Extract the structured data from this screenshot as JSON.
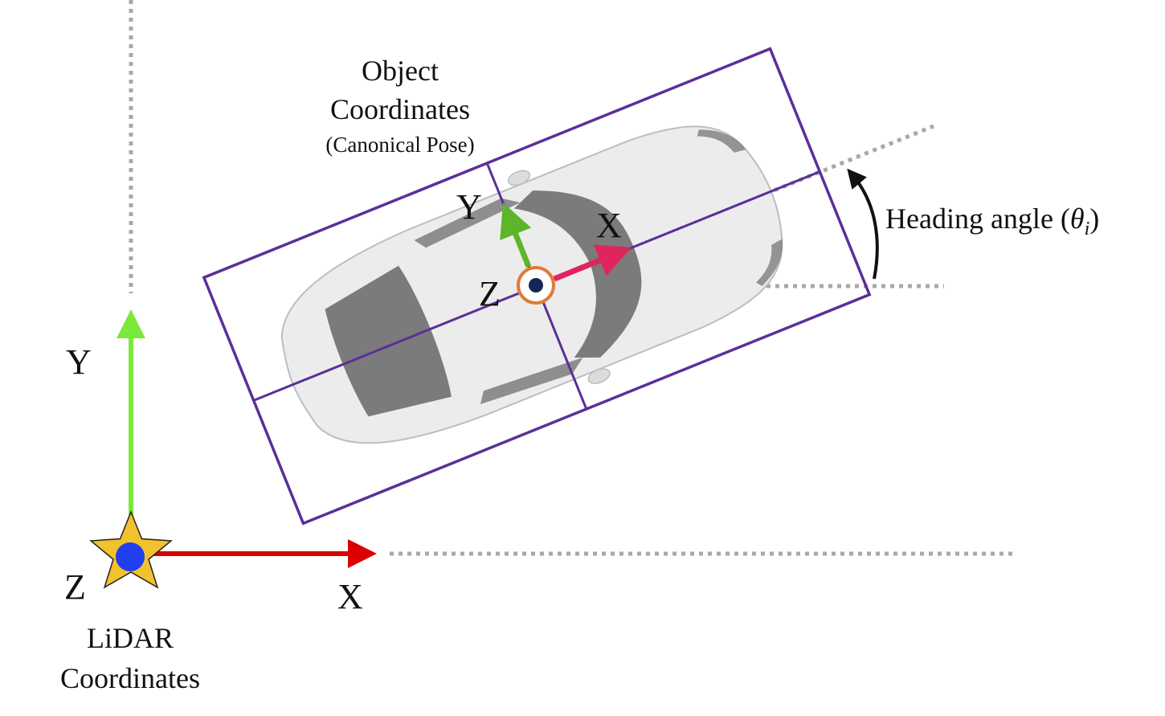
{
  "colors": {
    "box": "#5b2f9a",
    "world_x_axis": "#dd0000",
    "world_y_axis": "#7ce83a",
    "object_x_axis": "#e0245e",
    "object_y_axis": "#5db52a",
    "star": "#f2c12e",
    "lidar_origin_dot": "#1f3ff0",
    "object_origin_ring": "#e07b39",
    "object_origin_dot": "#13265a",
    "reference_dotted_line": "#a8a8a8",
    "car_body": "#ececec",
    "car_glass": "#6f6f6f"
  },
  "lidar": {
    "title_line1": "LiDAR",
    "title_line2": "Coordinates",
    "axis_x": "X",
    "axis_y": "Y",
    "axis_z": "Z"
  },
  "object": {
    "title_line1": "Object",
    "title_line2": "Coordinates",
    "subtitle": "(Canonical Pose)",
    "axis_x": "X",
    "axis_y": "Y",
    "axis_z": "Z"
  },
  "heading": {
    "label_prefix": "Heading angle (",
    "theta": "θ",
    "subscript": "i",
    "label_suffix": ")"
  },
  "icons": {
    "lidar_origin": "star-icon",
    "object_origin": "circled-dot-icon",
    "vehicle": "car-top-view-icon",
    "rotation": "curved-arrow-icon"
  }
}
